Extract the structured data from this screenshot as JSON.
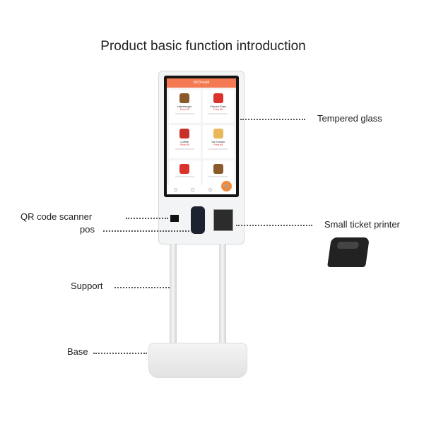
{
  "title": "Product basic function introduction",
  "labels": {
    "glass": "Tempered glass",
    "qr": "QR code scanner",
    "pos": "pos",
    "printer": "Small ticket printer",
    "support": "Support",
    "base": "Base"
  },
  "app": {
    "brand": "McDonald",
    "items": [
      {
        "name": "Hamburger",
        "price": "Price ¥8",
        "color": "#8a5a2b"
      },
      {
        "name": "French Fries",
        "price": "Price ¥8",
        "color": "#d9332b"
      },
      {
        "name": "Coffee",
        "price": "Price ¥8",
        "color": "#c8302a"
      },
      {
        "name": "Ice Cream",
        "price": "Price ¥8",
        "color": "#e8b85a"
      },
      {
        "name": "",
        "price": "",
        "color": "#d9332b"
      },
      {
        "name": "",
        "price": "",
        "color": "#8a5a2b"
      }
    ]
  },
  "colors": {
    "accent": "#f47a53"
  }
}
